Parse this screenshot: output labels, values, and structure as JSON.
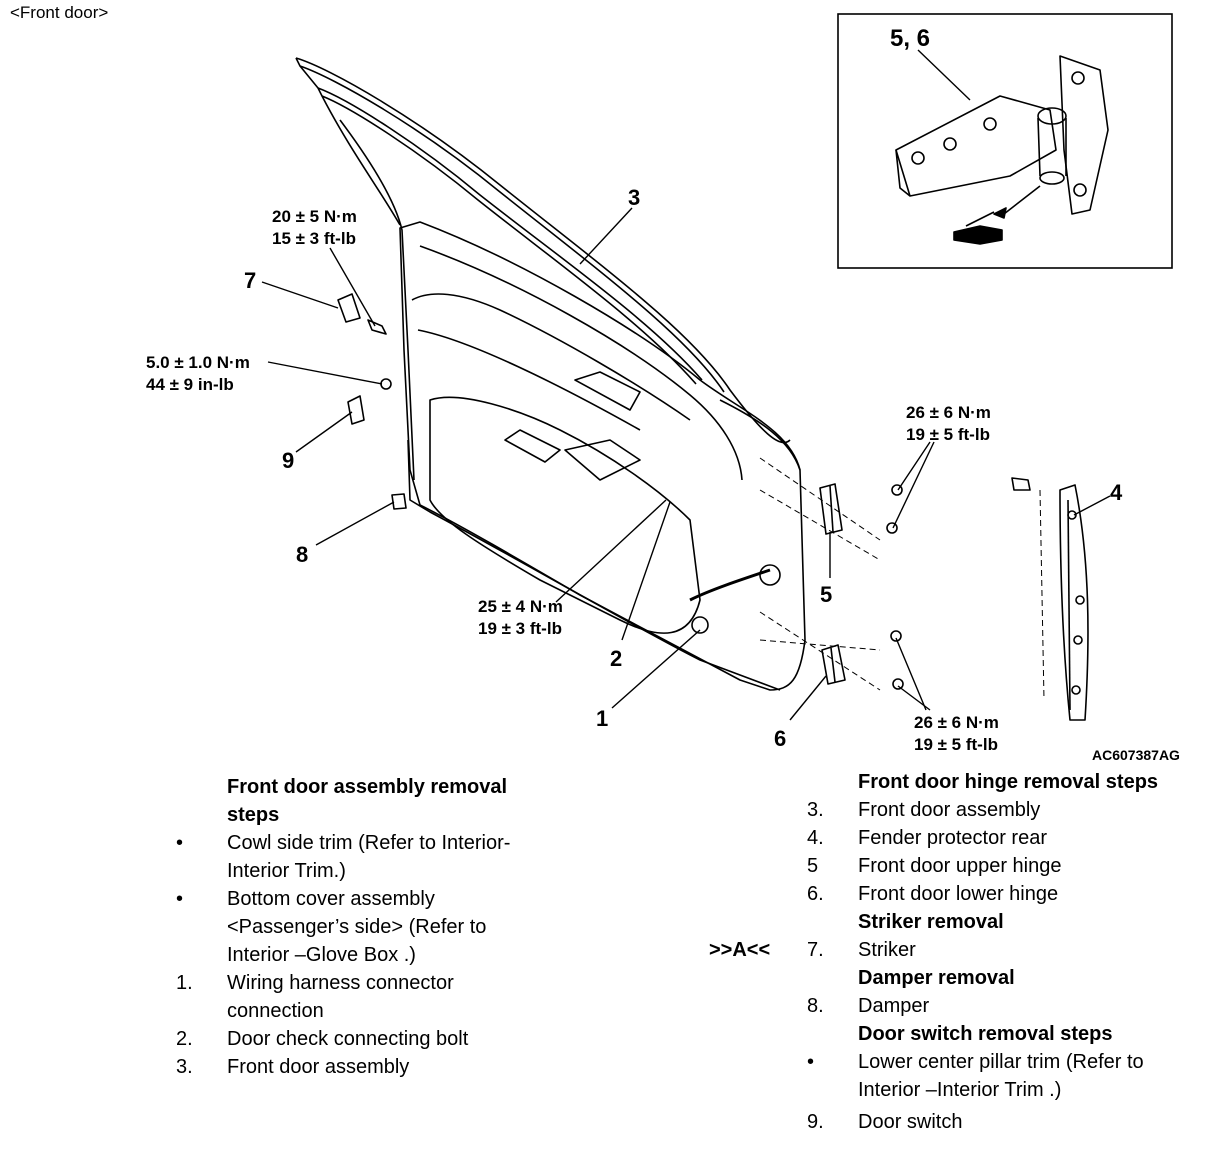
{
  "header": "<Front door>",
  "callouts": {
    "c1": "1",
    "c2": "2",
    "c3": "3",
    "c4": "4",
    "c5": "5",
    "c6": "6",
    "c7": "7",
    "c8": "8",
    "c9": "9",
    "c56": "5, 6"
  },
  "torques": {
    "t7": [
      "20 ± 5 N·m",
      "15 ± 3 ft-lb"
    ],
    "t9": [
      "5.0 ± 1.0 N·m",
      "44 ± 9 in-lb"
    ],
    "t2": [
      "25 ± 4 N·m",
      "19 ± 3 ft-lb"
    ],
    "t5": [
      "26 ± 6 N·m",
      "19 ± 5 ft-lb"
    ],
    "t6": [
      "26 ± 6 N·m",
      "19 ± 5 ft-lb"
    ]
  },
  "figure_code": "AC607387AG",
  "left_steps": {
    "title_1": "Front door assembly removal",
    "title_2": "steps",
    "items": [
      {
        "marker": "•",
        "lines": [
          "Cowl side trim (Refer to Interior-",
          "Interior Trim.)"
        ]
      },
      {
        "marker": "•",
        "lines": [
          "Bottom cover assembly",
          "<Passenger’s side> (Refer to",
          "Interior –Glove Box .)"
        ]
      },
      {
        "marker": "1.",
        "lines": [
          "Wiring harness connector",
          "connection"
        ]
      },
      {
        "marker": "2.",
        "lines": [
          "Door check connecting bolt"
        ]
      },
      {
        "marker": "3.",
        "lines": [
          "Front door assembly"
        ]
      }
    ]
  },
  "right_steps": {
    "hinge_title": "Front door hinge removal steps",
    "hinge_items": [
      {
        "marker": "3.",
        "text": "Front door assembly"
      },
      {
        "marker": "4.",
        "text": "Fender protector rear"
      },
      {
        "marker": "5",
        "text": "Front door upper hinge"
      },
      {
        "marker": "6.",
        "text": "Front door lower hinge"
      }
    ],
    "striker_title": "Striker removal",
    "striker_prefix": ">>A<<",
    "striker_item": {
      "marker": "7.",
      "text": "Striker"
    },
    "damper_title": "Damper removal",
    "damper_item": {
      "marker": "8.",
      "text": "Damper"
    },
    "switch_title": "Door switch removal steps",
    "switch_items": [
      {
        "marker": "•",
        "lines": [
          "Lower center pillar trim (Refer to",
          "Interior –Interior Trim .)"
        ]
      },
      {
        "marker": "9.",
        "lines": [
          "Door switch"
        ]
      }
    ]
  }
}
